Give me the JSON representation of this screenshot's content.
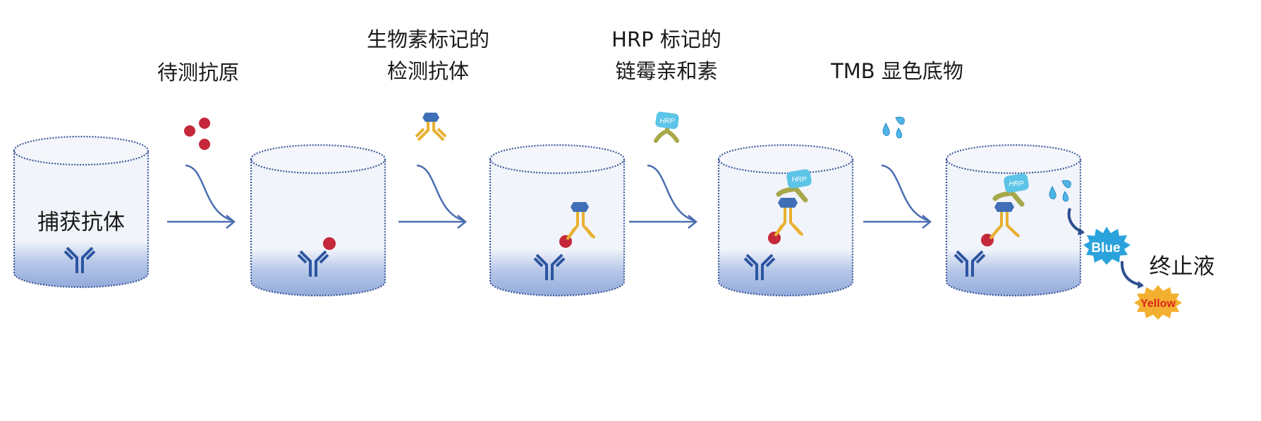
{
  "steps": {
    "antigen": {
      "line1": "待测抗原"
    },
    "detection": {
      "line1": "生物素标记的",
      "line2": "检测抗体"
    },
    "streptavidin": {
      "line1": "HRP 标记的",
      "line2": "链霉亲和素"
    },
    "substrate": {
      "line1": "TMB 显色底物"
    }
  },
  "capture_label": "捕获抗体",
  "stop_label": "终止液",
  "hrp_label": "HRP",
  "blue_label": "Blue",
  "yellow_label": "Yellow",
  "colors": {
    "capture_antibody": "#2d54a0",
    "detection_antibody": "#e8b030",
    "antigen": "#c4283a",
    "biotin": "#3f6fb6",
    "streptavidin": "#a7a84a",
    "hrp": "#5cc4e6",
    "arrow": "#4a6fb0",
    "blue_star": "#2aa3dc",
    "yellow_star": "#f3b030",
    "yellow_text": "#d9261c"
  }
}
